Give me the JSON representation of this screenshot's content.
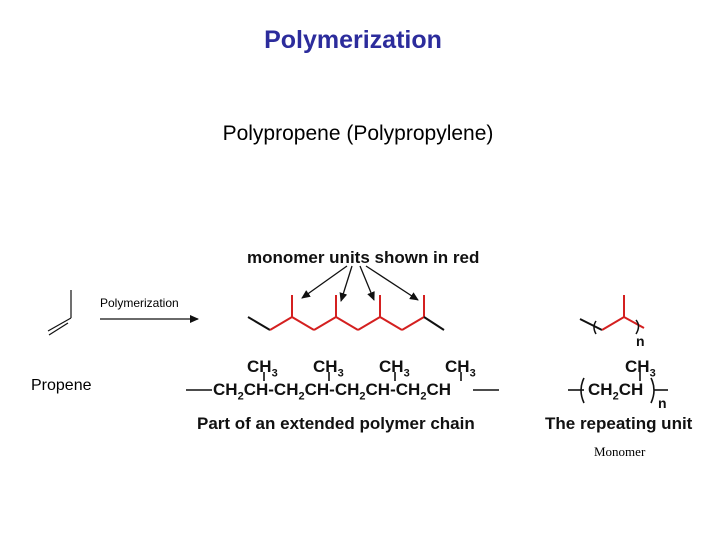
{
  "title": "Polymerization",
  "subtitle": "Polypropene (Polypropylene)",
  "reaction": {
    "arrow_label": "Polymerization",
    "reactant_label": "Propene"
  },
  "chain": {
    "note": "monomer units shown in red",
    "ch3": "CH",
    "ch3_sub": "3",
    "ch2": "CH",
    "ch2_sub": "2",
    "ch": "CH",
    "caption": "Part of an extended polymer chain"
  },
  "repeat_unit": {
    "n": "n",
    "caption": "The repeating unit",
    "label": "Monomer"
  },
  "colors": {
    "title": "#2c2c9c",
    "monomer_bonds": "#d42020",
    "bonds": "#111111"
  }
}
